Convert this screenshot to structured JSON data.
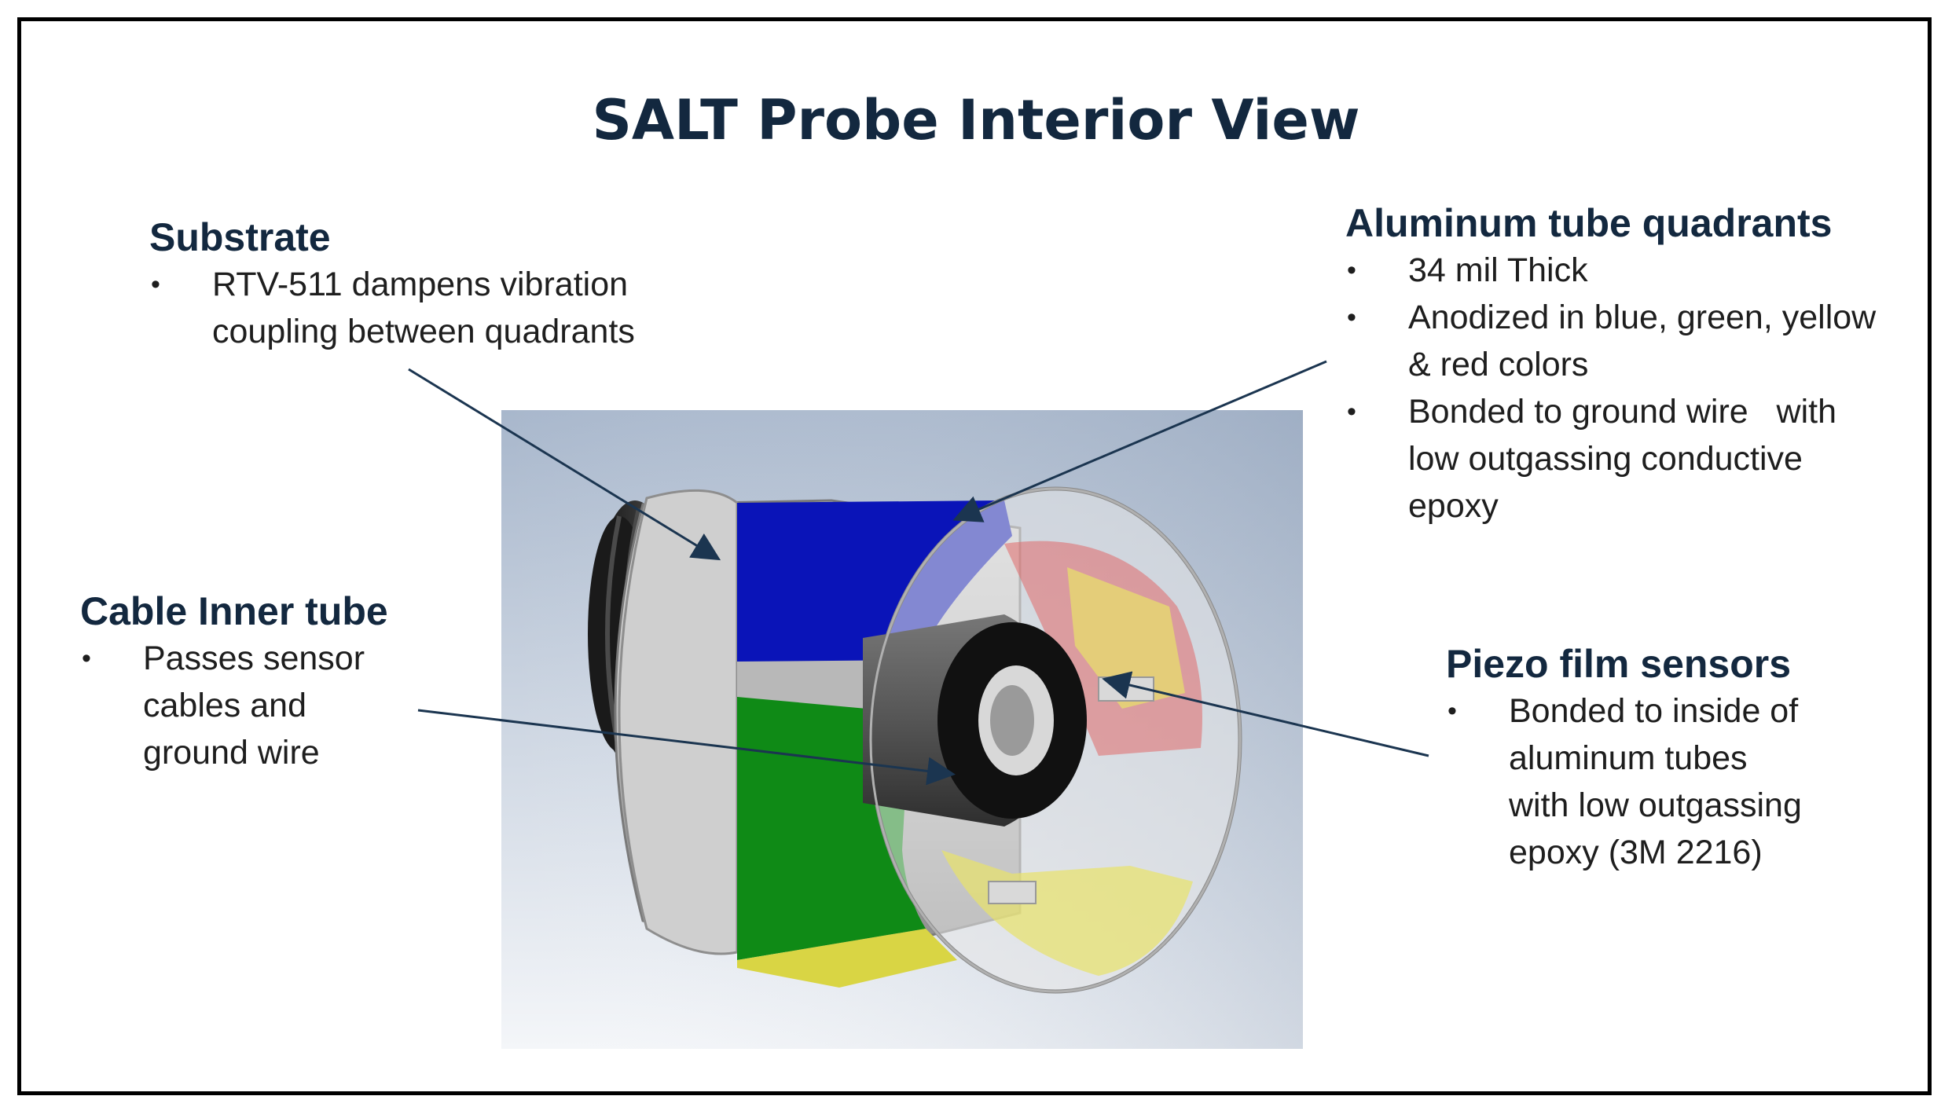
{
  "title": "SALT Probe Interior View",
  "callouts": {
    "substrate": {
      "heading": "Substrate",
      "bullets": [
        [
          "RTV-511 dampens vibration",
          "coupling between quadrants"
        ]
      ]
    },
    "aluminum": {
      "heading": "Aluminum tube quadrants",
      "bullets": [
        [
          "34 mil Thick"
        ],
        [
          "Anodized in blue, green, yellow",
          "& red colors"
        ],
        [
          "Bonded to ground wire   with",
          "low outgassing conductive",
          "epoxy"
        ]
      ]
    },
    "cable": {
      "heading": "Cable Inner tube",
      "bullets": [
        [
          "Passes sensor",
          "cables and",
          "ground wire"
        ]
      ]
    },
    "piezo": {
      "heading": "Piezo film sensors",
      "bullets": [
        [
          "Bonded to inside of",
          "aluminum tubes",
          "with low outgassing",
          "epoxy (3M 2216)"
        ]
      ]
    }
  },
  "colors": {
    "title": "#13283f",
    "arrow": "#1b3550",
    "quadrant_blue": "#0a14b8",
    "quadrant_green": "#0f8a16",
    "quadrant_yellow": "#e8e36a",
    "quadrant_red": "#e06a6a",
    "render_background": "#b9c5d6"
  }
}
